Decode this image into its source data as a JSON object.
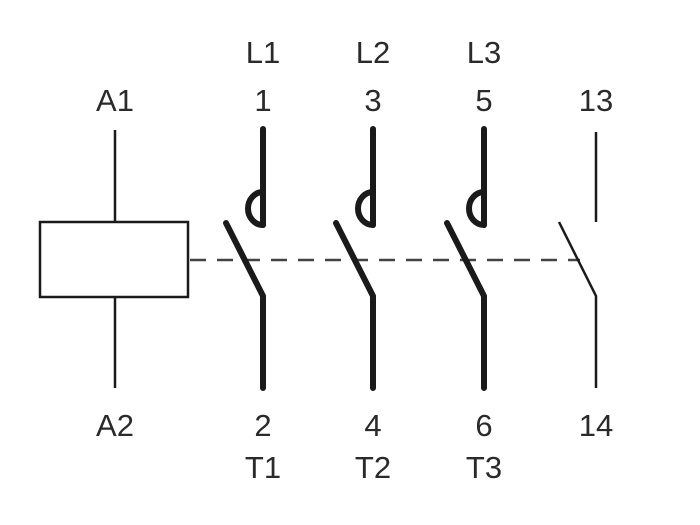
{
  "coil": {
    "top_label": "A1",
    "bottom_label": "A2"
  },
  "main_poles": [
    {
      "line_label": "L1",
      "top_terminal": "1",
      "bottom_terminal": "2",
      "load_label": "T1"
    },
    {
      "line_label": "L2",
      "top_terminal": "3",
      "bottom_terminal": "4",
      "load_label": "T2"
    },
    {
      "line_label": "L3",
      "top_terminal": "5",
      "bottom_terminal": "6",
      "load_label": "T3"
    }
  ],
  "aux_contact": {
    "top_terminal": "13",
    "bottom_terminal": "14",
    "type": "normally-open"
  },
  "colors": {
    "line": "#1a1a1a",
    "dashed_link": "#444444"
  }
}
